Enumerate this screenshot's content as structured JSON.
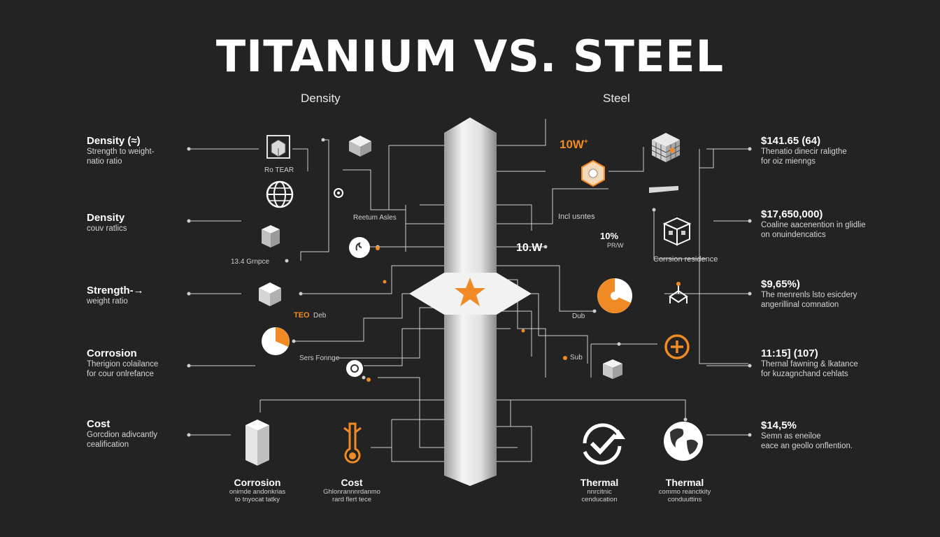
{
  "title": "TITANIUM VS. STEEL",
  "columns": {
    "left": "Density",
    "right": "Steel"
  },
  "left_labels": [
    {
      "heading": "Density (≈)",
      "sub1": "Strength to weight-",
      "sub2": "natio ratio"
    },
    {
      "heading": "Density",
      "sub1": "couv ratlics",
      "sub2": ""
    },
    {
      "heading": "Strength-→",
      "sub1": "weight ratio",
      "sub2": ""
    },
    {
      "heading": "Corrosion",
      "sub1": "Therigion colailance",
      "sub2": "for cour onlrefance"
    },
    {
      "heading": "Cost",
      "sub1": "Gorcdion adivcantly",
      "sub2": "cealification"
    }
  ],
  "right_labels": [
    {
      "heading": "$141.65 (64)",
      "sub1": "Thenatio dinecir raligthe",
      "sub2": "for oiz mienngs"
    },
    {
      "heading": "$17,650,000)",
      "sub1": "Coaline aacenention in glidlie",
      "sub2": "on onuindencatics"
    },
    {
      "heading": "$9,65%)",
      "sub1": "The menrenls lsto esicdery",
      "sub2": "angerillinal comnation"
    },
    {
      "heading": "11:15] (107)",
      "sub1": "Thernal fawning & lkatance",
      "sub2": "for kuzagnchand cehlats"
    },
    {
      "heading": "$14,5%",
      "sub1": "Semn as eneiloe",
      "sub2": "eace an geollo onflention."
    }
  ],
  "bottom_items": [
    {
      "heading": "Corrosion",
      "sub1": "onimde andonkrias",
      "sub2": "to tnyocat tatky"
    },
    {
      "heading": "Cost",
      "sub1": "Ghlonrannnrdanmo",
      "sub2": "rard flert tece"
    },
    {
      "heading": "Thermal",
      "sub1": "nnrcitnic",
      "sub2": "cenducation"
    },
    {
      "heading": "Thermal",
      "sub1": "commo reanctkity",
      "sub2": "conduuttins"
    }
  ],
  "annotations": {
    "left_a": "Ro  TEAR",
    "left_b": "Reetum Asles",
    "left_c": "13.4 Grnpce",
    "left_d": "TEO",
    "left_e": "Deb",
    "left_f": "Sers Fonnge",
    "right_a": "10W",
    "right_a_sup": "+",
    "right_b": "Incl usntes",
    "right_c": "10%",
    "right_c_sub": "PR/W",
    "right_d": "10.W",
    "right_e": "Corrsion residence",
    "right_f": "Dub",
    "right_g": "Sub"
  },
  "colors": {
    "background": "#232323",
    "accent": "#f08a24",
    "line": "#cfcfcf",
    "bar": "#e6e6e6"
  }
}
